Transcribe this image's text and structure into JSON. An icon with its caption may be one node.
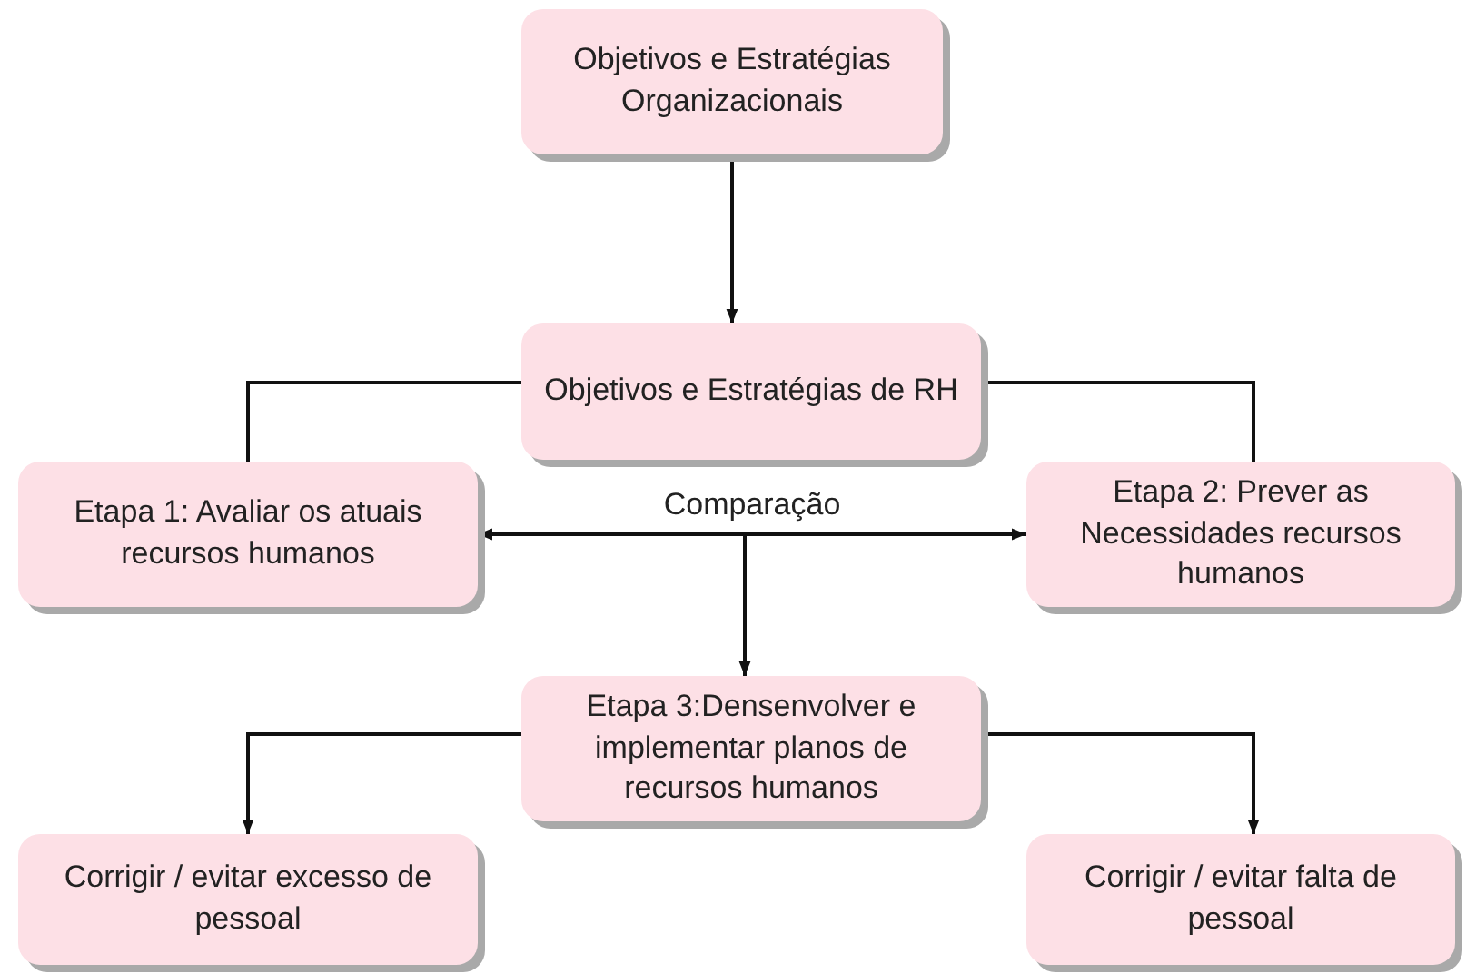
{
  "diagram": {
    "nodes": [
      {
        "text": [
          "Objetivos e Estratégias Organizacionais"
        ]
      },
      {
        "text": [
          "Objetivos e Estratégias de RH"
        ]
      },
      {
        "text": [
          "Etapa 1: Avaliar os atuais recursos humanos"
        ]
      },
      {
        "text": [
          "Etapa 2: Prever as Necessidades recursos humanos"
        ]
      },
      {
        "text": [
          "Etapa 3:Densenvolver e implementar planos de recursos humanos"
        ]
      },
      {
        "text": [
          "Corrigir / evitar excesso de pessoal"
        ]
      },
      {
        "text": [
          "Corrigir / evitar falta de pessoal"
        ]
      }
    ],
    "edges": [
      {
        "from": 0,
        "to": 1,
        "arrow": "to"
      },
      {
        "from": 1,
        "to": 2,
        "arrow": "none"
      },
      {
        "from": 1,
        "to": 3,
        "arrow": "none"
      },
      {
        "from": 2,
        "to": 3,
        "arrow": "both",
        "label": "Comparação"
      },
      {
        "from": null,
        "to": 4,
        "arrow": "to"
      },
      {
        "from": 4,
        "to": 5,
        "arrow": "to"
      },
      {
        "from": 4,
        "to": 6,
        "arrow": "to"
      }
    ]
  }
}
